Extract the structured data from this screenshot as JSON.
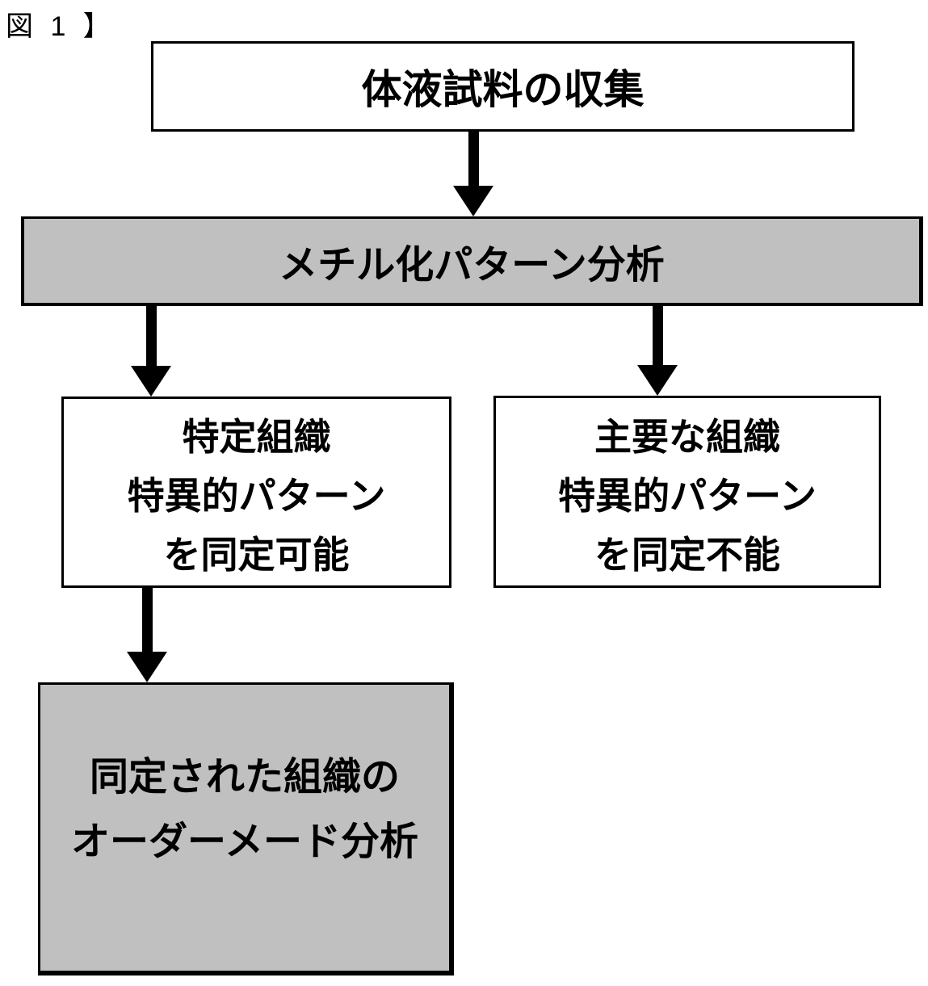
{
  "figure_label": "図 1 】",
  "colors": {
    "background": "#ffffff",
    "border": "#000000",
    "text": "#000000",
    "node_fill_white": "#ffffff",
    "node_fill_gray": "#c0c0c0",
    "arrow": "#000000"
  },
  "diagram": {
    "type": "flowchart",
    "nodes": {
      "collect": {
        "label": "体液試料の収集",
        "fill": "white"
      },
      "methylation": {
        "label": "メチル化パターン分析",
        "fill": "gray"
      },
      "specific": {
        "lines": [
          "特定組織",
          "特異的パターン",
          "を同定可能"
        ],
        "fill": "white"
      },
      "major": {
        "lines": [
          "主要な組織",
          "特異的パターン",
          "を同定不能"
        ],
        "fill": "white"
      },
      "tailored": {
        "lines": [
          "同定された組織の",
          "オーダーメード分析"
        ],
        "fill": "gray"
      }
    },
    "edges": [
      {
        "from": "collect",
        "to": "methylation"
      },
      {
        "from": "methylation",
        "to": "specific"
      },
      {
        "from": "methylation",
        "to": "major"
      },
      {
        "from": "specific",
        "to": "tailored"
      }
    ]
  }
}
